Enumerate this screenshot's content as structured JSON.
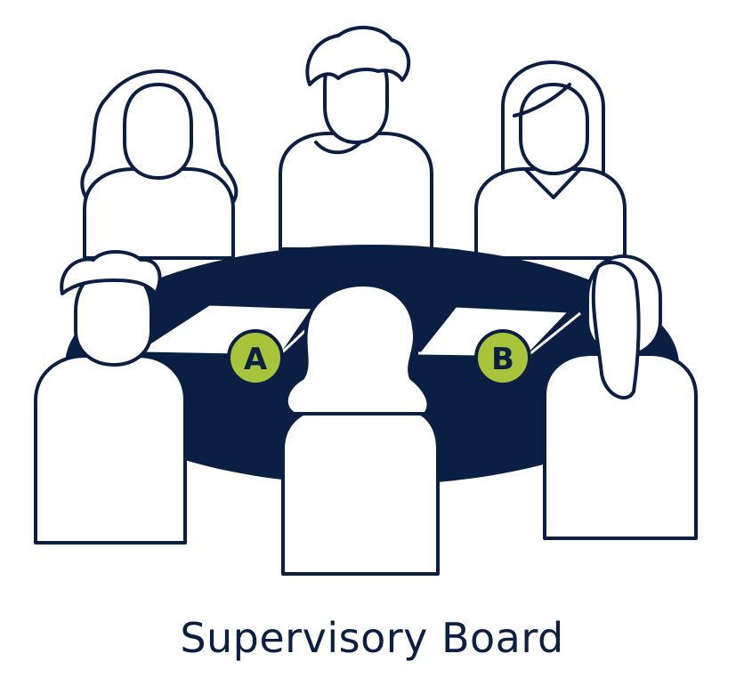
{
  "title": "Supervisory Board",
  "labels": {
    "a": "A",
    "b": "B"
  },
  "colors": {
    "ink": "#0b1f44",
    "table": "#0b1f44",
    "badge": "#a8c43a",
    "figure_fill": "#ffffff"
  },
  "icons": [
    "person-icon",
    "table-icon",
    "document-icon",
    "label-badge-icon"
  ]
}
